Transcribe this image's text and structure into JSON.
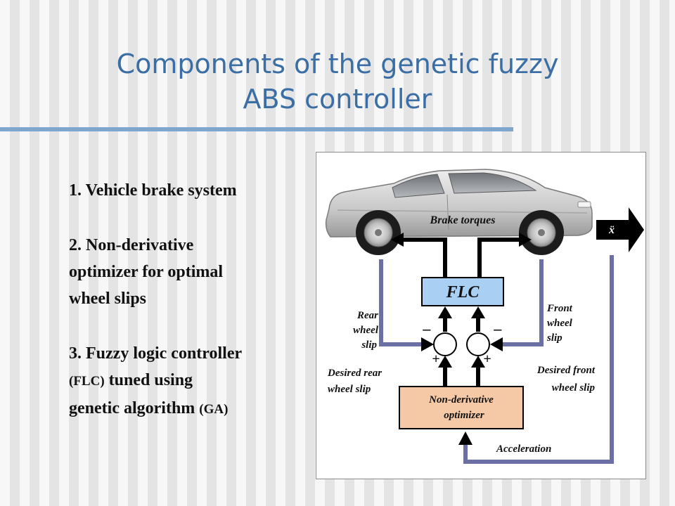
{
  "slide": {
    "title_line1": "Components of the genetic fuzzy",
    "title_line2": "ABS controller"
  },
  "list": {
    "item1": "1. Vehicle brake system",
    "item2_line1": "2. Non-derivative",
    "item2_line2": "optimizer for optimal",
    "item2_line3": "wheel slips",
    "item3_line1": "3. Fuzzy logic controller",
    "item3_line2_small": "(FLC)",
    "item3_line2_rest": " tuned using",
    "item3_line3_main": "genetic algorithm ",
    "item3_line3_small": "(GA)"
  },
  "diagram": {
    "brake_torques": "Brake torques",
    "flc": "FLC",
    "x_ddot": "ẍ",
    "rear_slip": [
      "Rear",
      "wheel",
      "slip"
    ],
    "front_slip": [
      "Front",
      "wheel",
      "slip"
    ],
    "desired_rear": [
      "Desired rear",
      "wheel slip"
    ],
    "desired_front": [
      "Desired front",
      "wheel slip"
    ],
    "optimizer": [
      "Non-derivative",
      "optimizer"
    ],
    "acceleration": "Acceleration",
    "minus_left": "–",
    "minus_right": "–",
    "plus_left": "+",
    "plus_right": "+",
    "colors": {
      "flc_fill": "#a9d0f2",
      "optimizer_fill": "#f6c9a6",
      "feedback_line": "#6b6fa3",
      "title_color": "#3a6ea5"
    }
  }
}
